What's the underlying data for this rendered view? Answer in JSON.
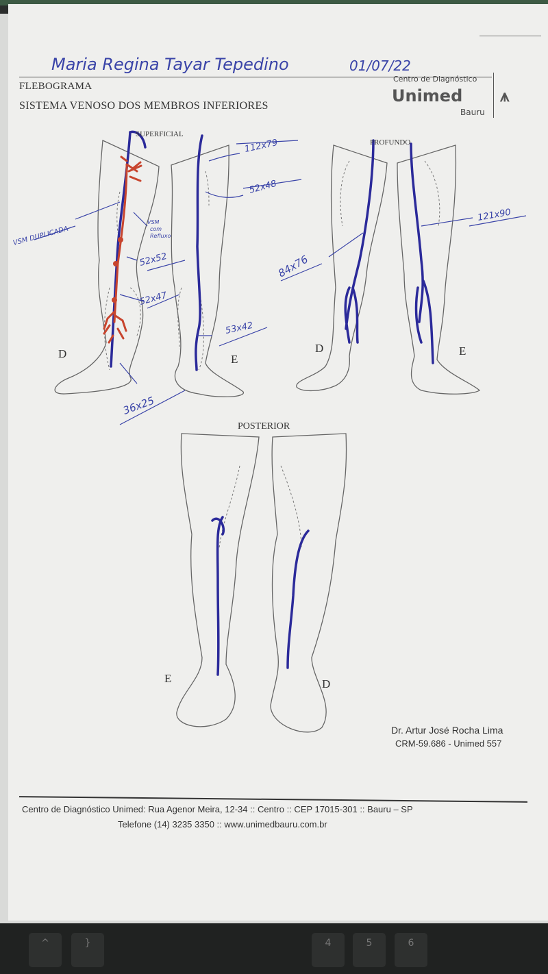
{
  "header": {
    "patient_handwritten": "Maria Regina Tayar Tepedino",
    "date_handwritten": "01/07/22",
    "title": "FLEBOGRAMA",
    "subtitle": "SISTEMA VENOSO DOS MEMBROS INFERIORES",
    "logo_top": "Centro de Diagnóstico",
    "logo_brand": "Unimed",
    "logo_city": "Bauru"
  },
  "diagrams": {
    "superficial": {
      "label": "SUPERFICIAL",
      "left": "D",
      "right": "E"
    },
    "profundo": {
      "label": "PROFUNDO",
      "left": "D",
      "right": "E"
    },
    "posterior": {
      "label": "POSTERIOR",
      "left": "E",
      "right": "D"
    }
  },
  "annotations": {
    "vsm_duplicada": "VSM DUPLICADA",
    "vsm_refluxo_1": "VSM",
    "vsm_refluxo_2": "com",
    "vsm_refluxo_3": "Refluxo",
    "m1": "112x79",
    "m2": "52x48",
    "m3": "52x52",
    "m4": "52x47",
    "m5": "53x42",
    "m6": "36x25",
    "m7": "84x76",
    "m8": "121x90"
  },
  "signature": {
    "name": "Dr. Artur José Rocha Lima",
    "crm": "CRM-59.686 - Unimed 557"
  },
  "footer": {
    "line1": "Centro de Diagnóstico Unimed: Rua Agenor Meira, 12-34 :: Centro :: CEP 17015-301 :: Bauru – SP",
    "line2": "Telefone (14) 3235 3350 :: www.unimedbauru.com.br"
  },
  "keyboard": {
    "keys": [
      "^",
      "}",
      "4",
      "5",
      "6"
    ]
  },
  "colors": {
    "vein_blue": "#2b2a9a",
    "reflux_red": "#c8452e",
    "ink": "#3a44a8"
  }
}
